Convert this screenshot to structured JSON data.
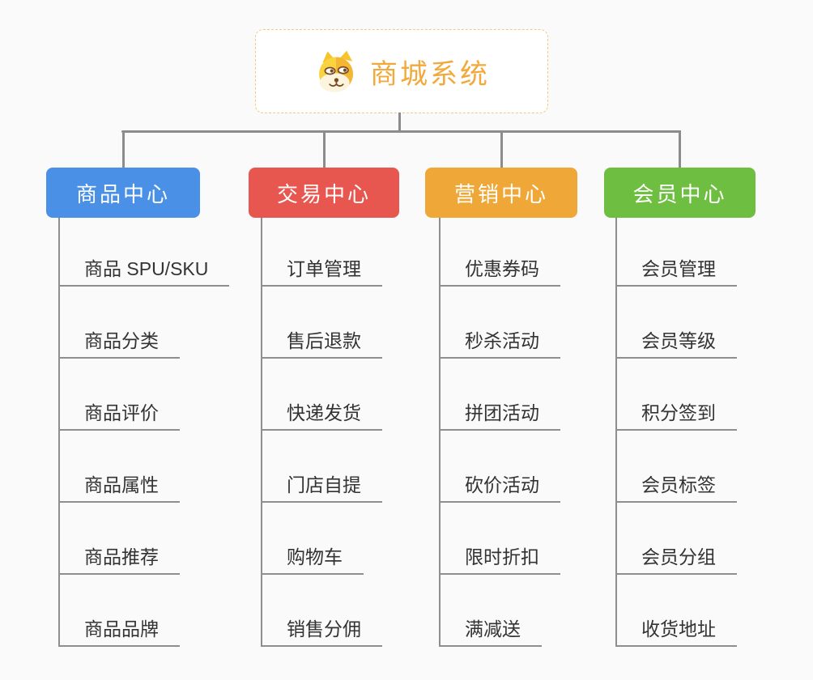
{
  "root": {
    "title": "商城系统",
    "icon": "shiba-dog-icon"
  },
  "branches": [
    {
      "label": "商品中心",
      "color": "#4A90E6",
      "children": [
        "商品 SPU/SKU",
        "商品分类",
        "商品评价",
        "商品属性",
        "商品推荐",
        "商品品牌"
      ]
    },
    {
      "label": "交易中心",
      "color": "#E8574F",
      "children": [
        "订单管理",
        "售后退款",
        "快递发货",
        "门店自提",
        "购物车",
        "销售分佣"
      ]
    },
    {
      "label": "营销中心",
      "color": "#EFA838",
      "children": [
        "优惠券码",
        "秒杀活动",
        "拼团活动",
        "砍价活动",
        "限时折扣",
        "满减送"
      ]
    },
    {
      "label": "会员中心",
      "color": "#6EBE41",
      "children": [
        "会员管理",
        "会员等级",
        "积分签到",
        "会员标签",
        "会员分组",
        "收货地址"
      ]
    }
  ],
  "colors": {
    "background": "#FAFAFA",
    "connector": "#8C8C8C",
    "underline": "#8E8E8E",
    "root_border": "#F2C883",
    "root_title_text": "#F2A93B",
    "item_text": "#333333"
  }
}
